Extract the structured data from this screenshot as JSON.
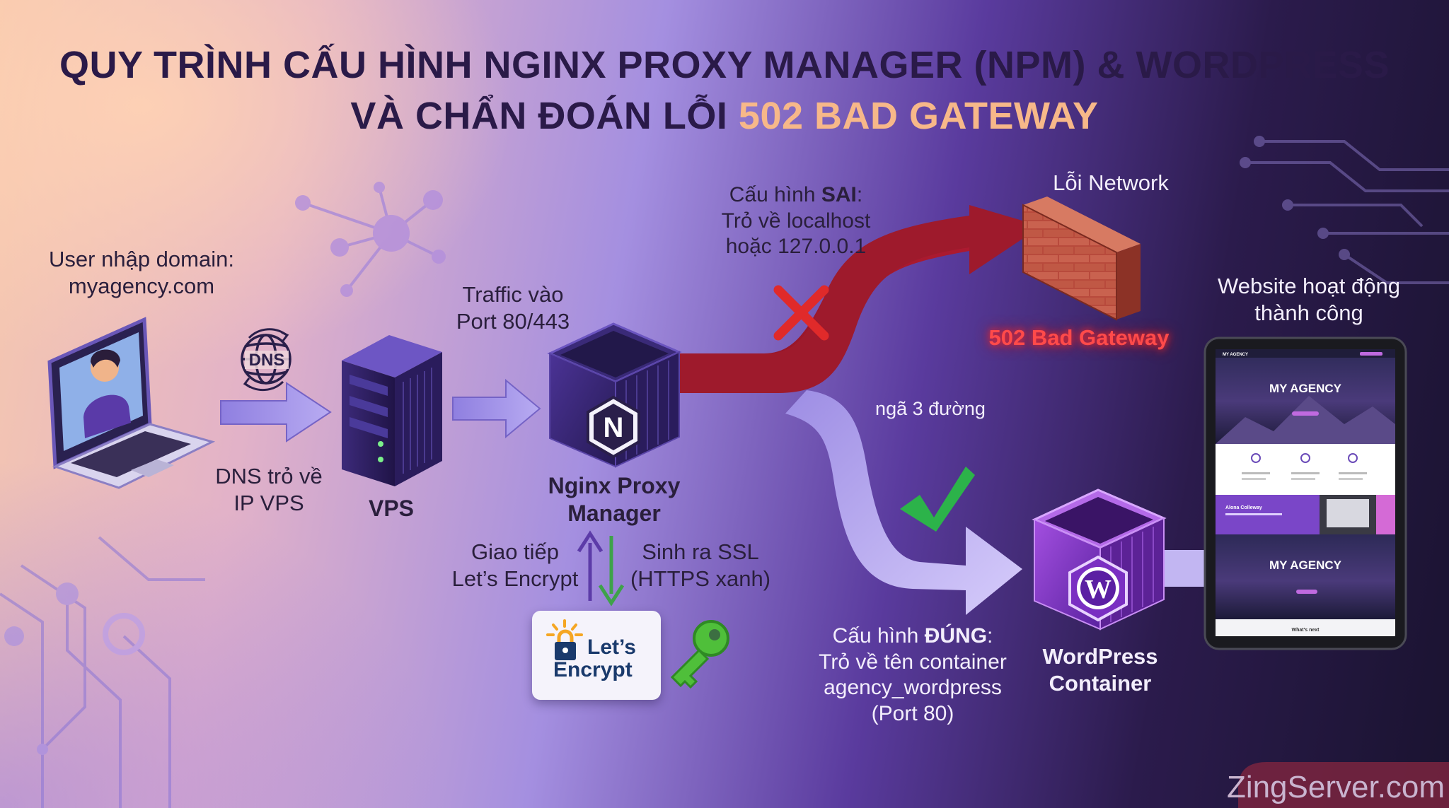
{
  "title": {
    "line1": "QUY TRÌNH CẤU HÌNH NGINX PROXY MANAGER (NPM) & WORDPRESS",
    "line2_prefix": "VÀ CHẨN ĐOÁN LỖI ",
    "line2_highlight": "502 BAD GATEWAY"
  },
  "user": {
    "line1": "User nhập domain:",
    "line2": "myagency.com"
  },
  "dns": {
    "icon_text": "DNS",
    "line1": "DNS trỏ về",
    "line2": "IP VPS"
  },
  "vps": {
    "label": "VPS"
  },
  "traffic": {
    "line1": "Traffic vào",
    "line2": "Port 80/443"
  },
  "npm": {
    "line1": "Nginx Proxy",
    "line2": "Manager",
    "logo_letter": "N"
  },
  "ssl": {
    "left_line1": "Giao tiếp",
    "left_line2": "Let’s Encrypt",
    "right_line1": "Sinh ra SSL",
    "right_line2": "(HTTPS xanh)",
    "logo_line1": "Let’s",
    "logo_line2": "Encrypt"
  },
  "wrong": {
    "line1_prefix": "Cấu hình ",
    "line1_bold": "SAI",
    "line1_suffix": ":",
    "line2": "Trỏ về localhost",
    "line3": "hoặc 127.0.0.1"
  },
  "network_error": {
    "label": "Lỗi Network",
    "gateway": "502 Bad Gateway"
  },
  "fork": {
    "label": "ngã 3 đường"
  },
  "right": {
    "line1_prefix": "Cấu hình ",
    "line1_bold": "ĐÚNG",
    "line1_suffix": ":",
    "line2": "Trỏ về tên container",
    "line3": "agency_wordpress",
    "line4": "(Port 80)"
  },
  "wp": {
    "line1": "WordPress",
    "line2": "Container"
  },
  "website": {
    "line1": "Website hoạt động",
    "line2": "thành công",
    "nav_brand": "MY AGENCY",
    "hero_title": "MY AGENCY",
    "section_title": "Alona Colleway",
    "hero2_title": "MY AGENCY",
    "footer": "What's next"
  },
  "watermark": "ZingServer.com",
  "colors": {
    "wrong_path": "#a3192c",
    "right_path": "#c9c0f5",
    "arrow_fill": "#a99be6",
    "error_red": "#e23a3a",
    "check_green": "#2cb34a",
    "key_green": "#4fbf3a"
  },
  "icons": [
    "laptop-user-icon",
    "dns-globe-icon",
    "server-icon",
    "nginx-box-icon",
    "network-node-icon",
    "cross-icon",
    "brick-wall-icon",
    "check-icon",
    "wordpress-box-icon",
    "tablet-icon",
    "key-icon",
    "lets-encrypt-logo",
    "circuit-lines-icon"
  ]
}
